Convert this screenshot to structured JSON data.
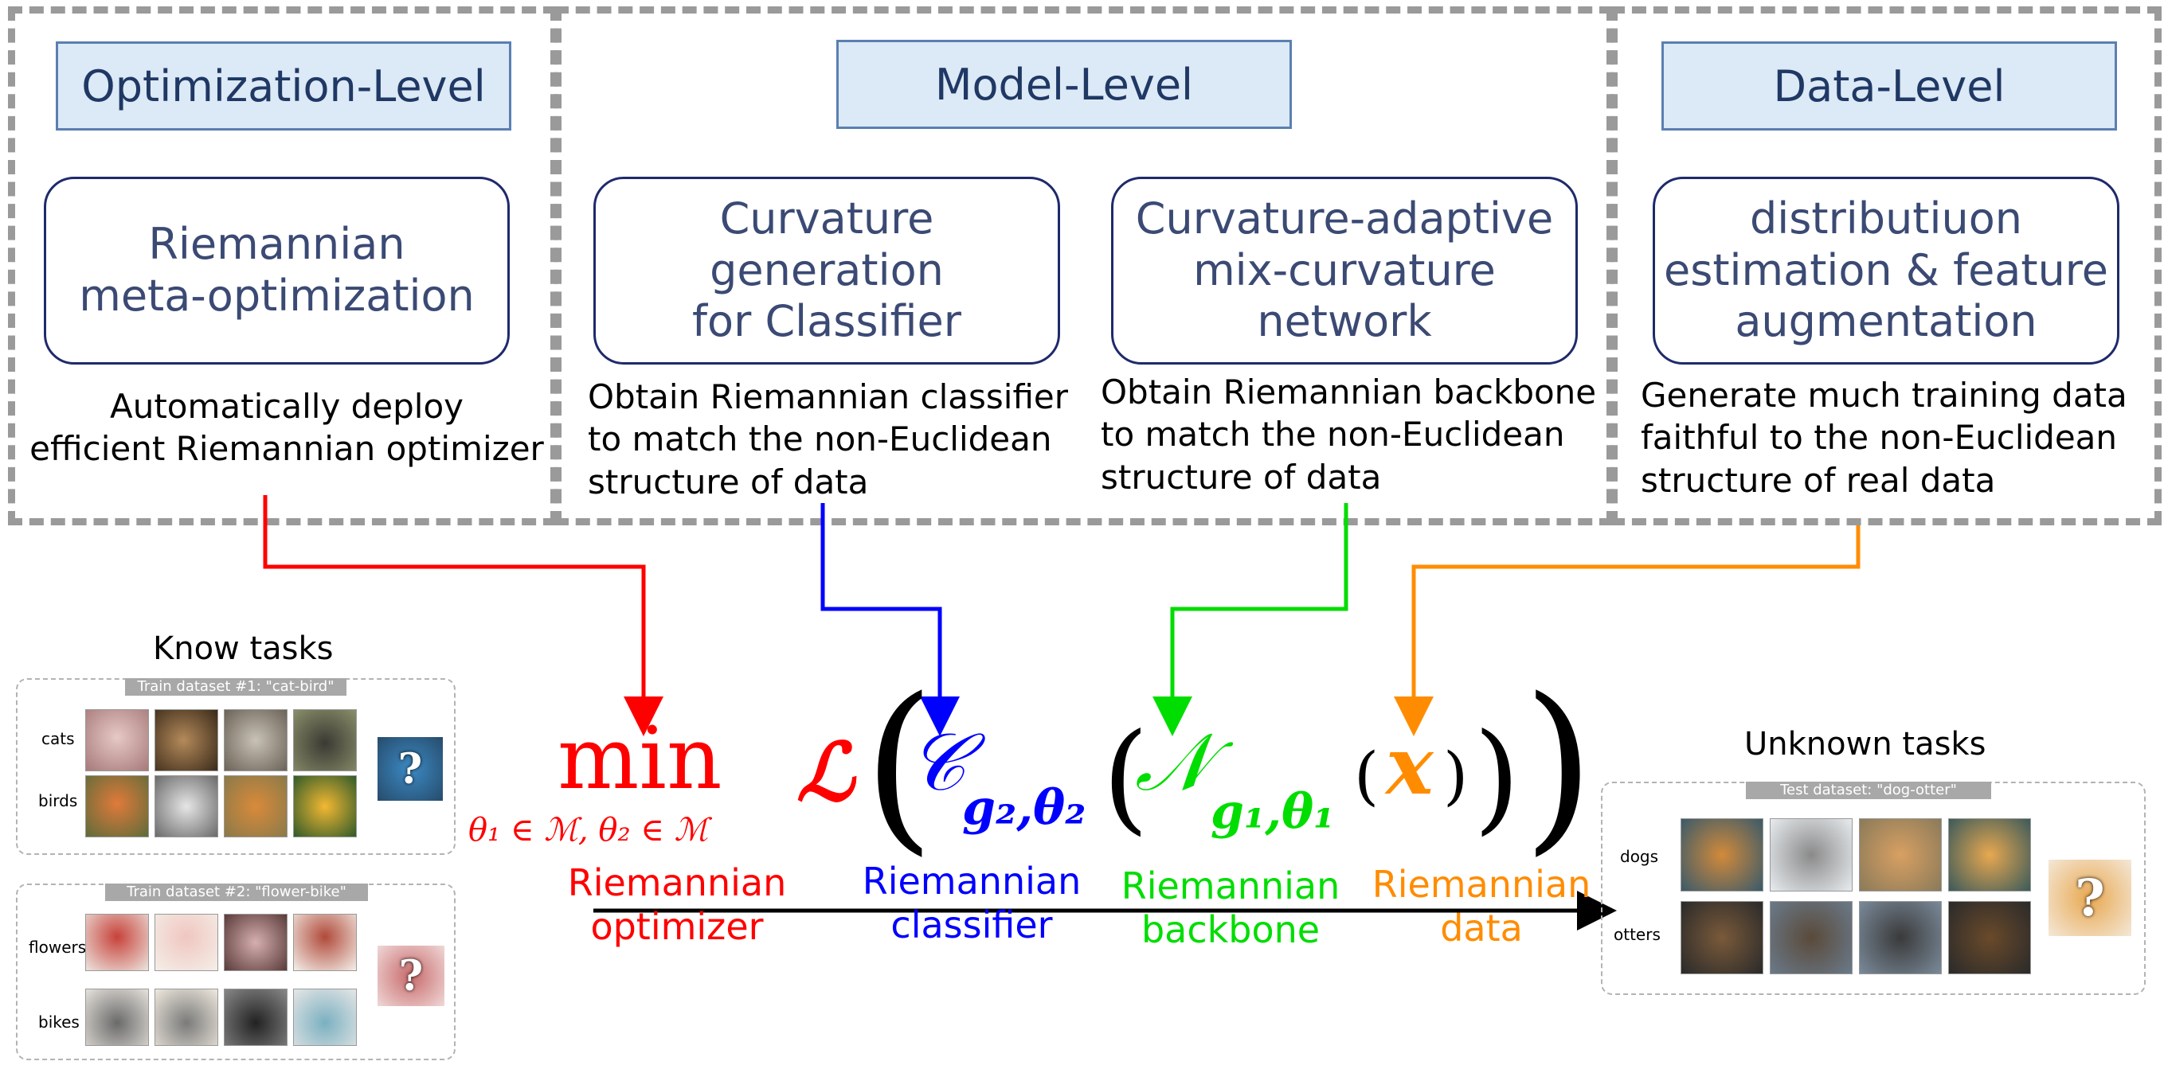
{
  "levels": {
    "optimization": {
      "header": "Optimization-Level",
      "method": [
        "Riemannian",
        "meta-optimization"
      ],
      "desc": [
        "Automatically deploy",
        "efficient Riemannian optimizer"
      ]
    },
    "model": {
      "header": "Model-Level",
      "methods": [
        {
          "lines": [
            "Curvature generation",
            "for Classifier"
          ],
          "desc": [
            "Obtain Riemannian classifier",
            "to match the non-Euclidean",
            "structure of data"
          ]
        },
        {
          "lines": [
            "Curvature-adaptive",
            "mix-curvature",
            "network"
          ],
          "desc": [
            "Obtain Riemannian backbone",
            "to match the non-Euclidean",
            "structure of data"
          ]
        }
      ]
    },
    "data": {
      "header": "Data-Level",
      "method": [
        "distributiuon",
        "estimation & feature",
        "augmentation"
      ],
      "desc": [
        "Generate much training data",
        "faithful to the non-Euclidean",
        "structure of real data"
      ]
    }
  },
  "known_tasks": {
    "title": "Know tasks",
    "datasets": [
      {
        "title": "Train dataset #1: \"cat-bird\"",
        "rows": [
          "cats",
          "birds"
        ]
      },
      {
        "title": "Train dataset #2: \"flower-bike\"",
        "rows": [
          "flowers",
          "bikes"
        ]
      }
    ]
  },
  "unknown_tasks": {
    "title": "Unknown tasks",
    "dataset": {
      "title": "Test dataset: \"dog-otter\"",
      "rows": [
        "dogs",
        "otters"
      ]
    }
  },
  "formula": {
    "min": "min",
    "subscript": "θ₁ ∈ ℳ, θ₂ ∈ ℳ",
    "loss": "ℒ",
    "classifier": "𝒞",
    "classifier_sub": "g₂,θ₂",
    "backbone": "𝒩",
    "backbone_sub": "g₁,θ₁",
    "input": "x"
  },
  "roles": [
    {
      "lines": [
        "Riemannian",
        "optimizer"
      ],
      "color": "#ff0000"
    },
    {
      "lines": [
        "Riemannian",
        "classifier"
      ],
      "color": "#0000ff"
    },
    {
      "lines": [
        "Riemannian",
        "backbone"
      ],
      "color": "#00dd00"
    },
    {
      "lines": [
        "Riemannian",
        "data"
      ],
      "color": "#ff8c00"
    }
  ],
  "colors": {
    "optimizer": "#ff0000",
    "classifier": "#0000ff",
    "backbone": "#00dd00",
    "data": "#ff8c00",
    "query_mark": "?"
  }
}
